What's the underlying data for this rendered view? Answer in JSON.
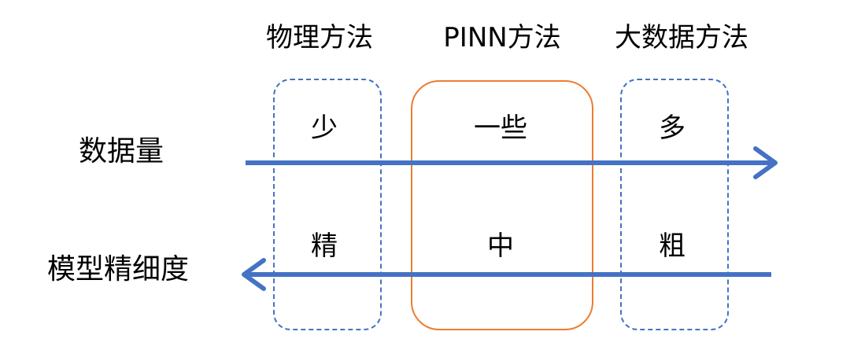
{
  "columns": {
    "physics": "物理方法",
    "pinn": "PINN方法",
    "bigdata": "大数据方法"
  },
  "rows": {
    "data_amount": {
      "label": "数据量",
      "physics": "少",
      "pinn": "一些",
      "bigdata": "多"
    },
    "model_precision": {
      "label": "模型精细度",
      "physics": "精",
      "pinn": "中",
      "bigdata": "粗"
    }
  },
  "colors": {
    "arrow": "#4472c4",
    "dashed_box": "#4472c4",
    "pinn_box": "#ed7d31",
    "text": "#000000"
  }
}
